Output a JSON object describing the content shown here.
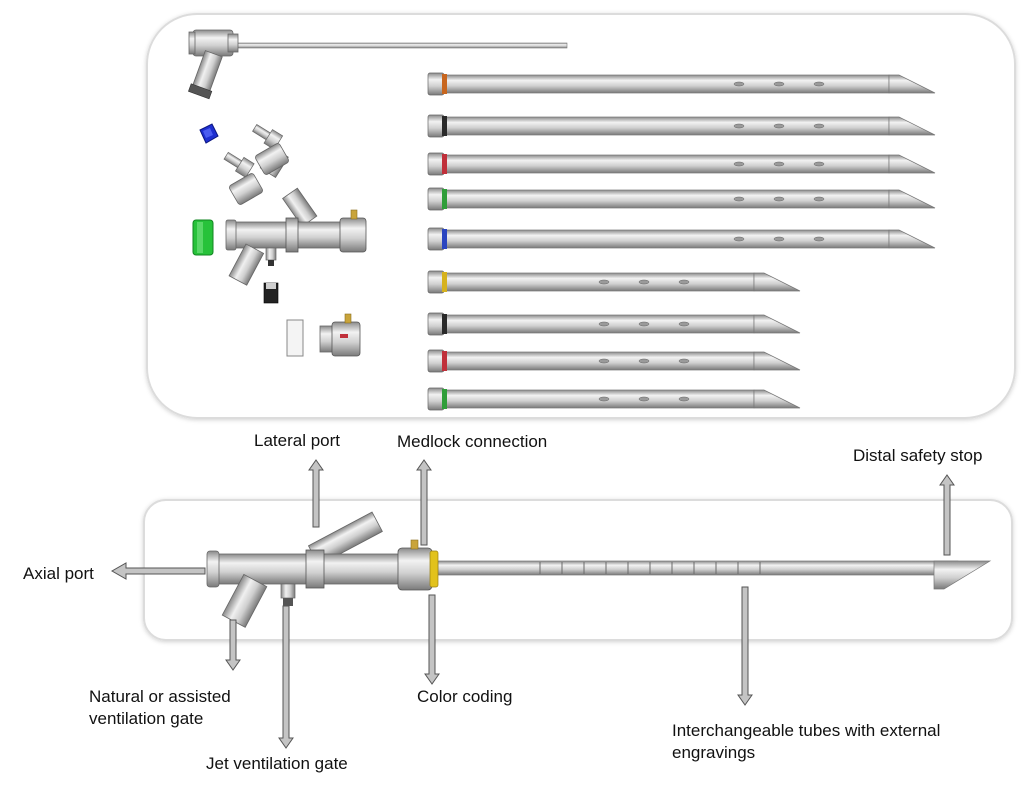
{
  "labels": {
    "lateral_port": "Lateral port",
    "medlock_connection": "Medlock connection",
    "distal_safety_stop": "Distal safety stop",
    "axial_port": "Axial port",
    "natural_gate_line1": "Natural or assisted",
    "natural_gate_line2": "ventilation gate",
    "color_coding": "Color coding",
    "jet_gate": "Jet ventilation gate",
    "tubes_line1": "Interchangeable tubes with external",
    "tubes_line2": "engravings"
  },
  "tube_ring_colors": [
    "#c8661e",
    "#2a2a2a",
    "#c0303a",
    "#2f9e3a",
    "#2a45c0",
    "#d6b21e",
    "#2a2a2a",
    "#c0303a",
    "#2f9e3a"
  ],
  "colors": {
    "metal_light": "#e6e6e6",
    "metal_dark": "#8e8e8e",
    "arrow_fill": "#c4c4c4",
    "arrow_stroke": "#555555",
    "panel_stroke": "#d8d8d8",
    "blue_cap": "#1e2fd0",
    "green_cap": "#27c23a",
    "brass": "#c9a43a",
    "yellow_ring": "#e2c21c"
  }
}
